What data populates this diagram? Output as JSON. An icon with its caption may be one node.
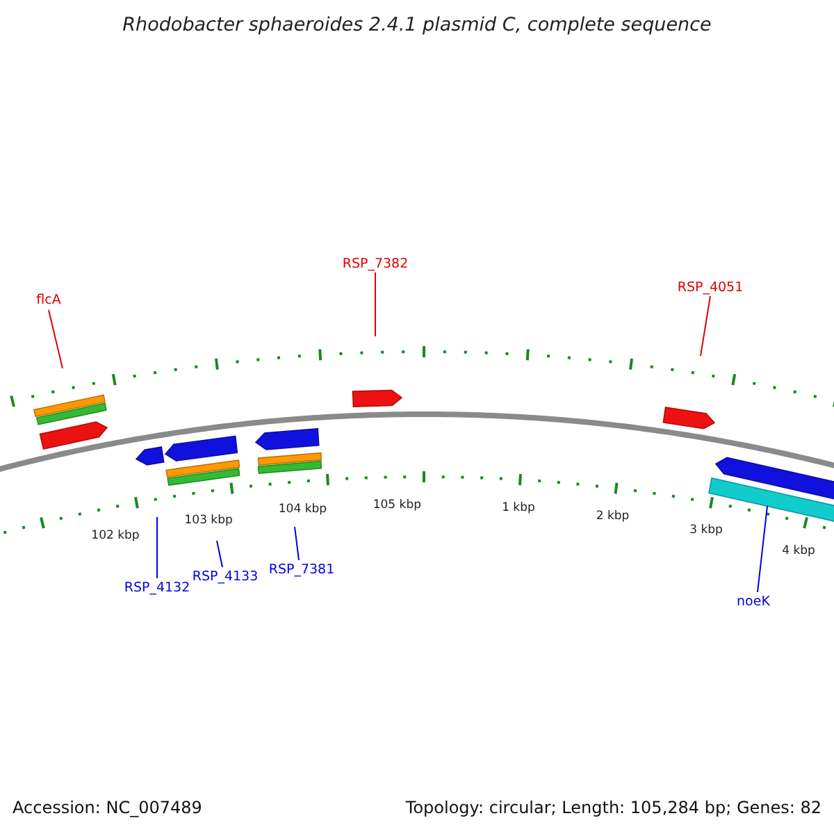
{
  "diagram": {
    "title": "Rhodobacter sphaeroides 2.4.1 plasmid C, complete sequence",
    "nodes": [
      {
        "text": [
          "flcA"
        ]
      },
      {
        "text": [
          "RSP_7382"
        ]
      },
      {
        "text": [
          "RSP_4051"
        ]
      },
      {
        "text": [
          "RSP_4132"
        ]
      },
      {
        "text": [
          "RSP_4133"
        ]
      },
      {
        "text": [
          "RSP_7381"
        ]
      },
      {
        "text": [
          "noeK"
        ]
      },
      {
        "text": [],
        "shape": "bar"
      },
      {
        "text": [],
        "shape": "bar"
      },
      {
        "text": [],
        "shape": "arrow"
      },
      {
        "text": [],
        "shape": "arrow"
      },
      {
        "text": [],
        "shape": "arrow"
      },
      {
        "text": [],
        "shape": "bar"
      },
      {
        "text": [],
        "shape": "bar"
      },
      {
        "text": [],
        "shape": "arrow"
      },
      {
        "text": [],
        "shape": "bar"
      },
      {
        "text": [],
        "shape": "bar"
      },
      {
        "text": [],
        "shape": "arrow"
      },
      {
        "text": [],
        "shape": "arrow"
      },
      {
        "text": [],
        "shape": "arrow"
      },
      {
        "text": [],
        "shape": "bar"
      }
    ],
    "edges": [
      {
        "from": 0,
        "to": null,
        "arrow": "none",
        "color": "#e00000"
      },
      {
        "from": 1,
        "to": null,
        "arrow": "none",
        "color": "#e00000"
      },
      {
        "from": 2,
        "to": null,
        "arrow": "none",
        "color": "#e00000"
      },
      {
        "from": 3,
        "to": null,
        "arrow": "none"
      },
      {
        "from": 4,
        "to": null,
        "arrow": "none"
      },
      {
        "from": 5,
        "to": null,
        "arrow": "none"
      },
      {
        "from": 6,
        "to": 20,
        "arrow": "none"
      }
    ],
    "labels": [
      "102 kbp",
      "103 kbp",
      "104 kbp",
      "105 kbp",
      "1 kbp",
      "2 kbp",
      "3 kbp",
      "4 kbp",
      "Accession: NC_007489",
      "Topology: circular; Length: 105,284 bp; Genes: 82"
    ]
  }
}
